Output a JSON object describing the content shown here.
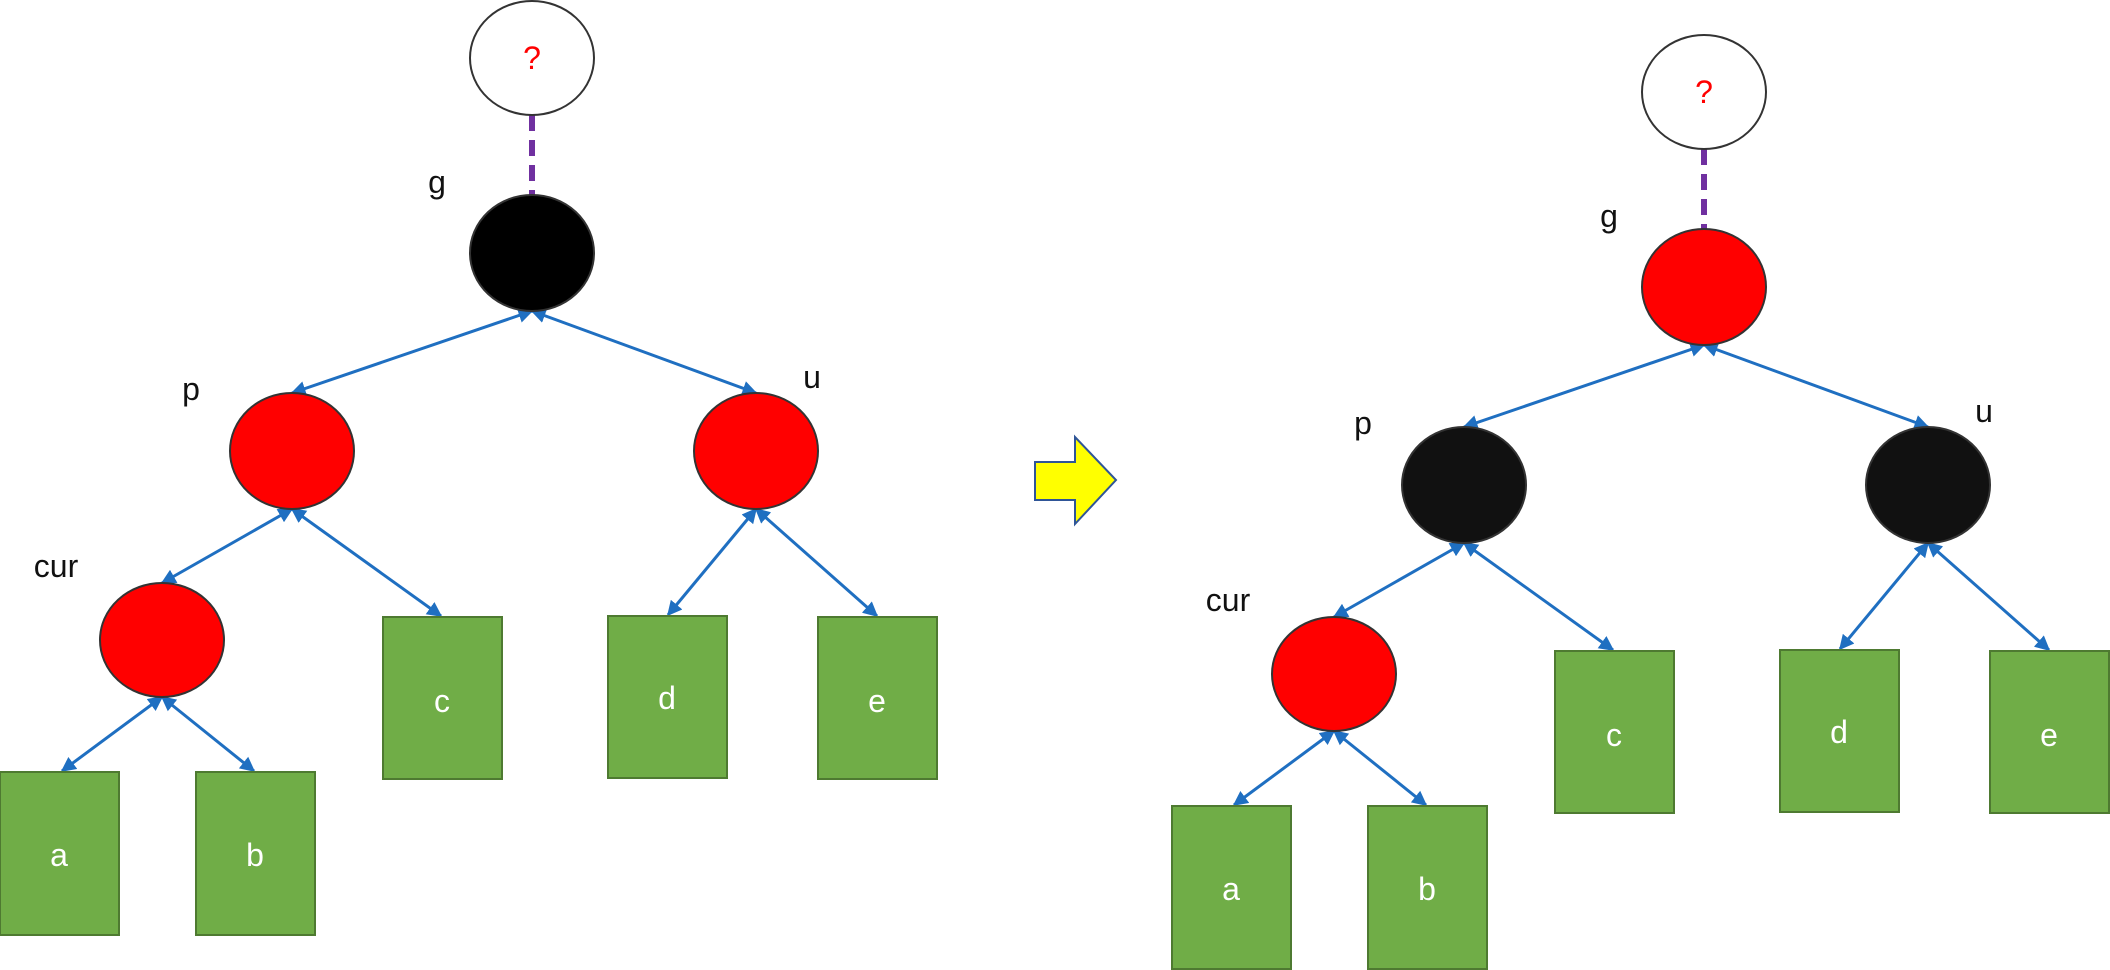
{
  "colors": {
    "red_node": "#ff0000",
    "black_node": "#000000",
    "black_node_alt": "#111111",
    "leaf_fill": "#70ad47",
    "leaf_stroke": "#4e7a31",
    "edge": "#1f6fc1",
    "dashed_edge": "#7030a0",
    "arrow_fill": "#ffff00",
    "arrow_stroke": "#2f5597",
    "question_text": "#ff0000"
  },
  "labels": {
    "grandparent": "g",
    "parent": "p",
    "uncle": "u",
    "current": "cur",
    "unknown": "?"
  },
  "leaves": [
    "a",
    "b",
    "c",
    "d",
    "e"
  ],
  "before": {
    "root_color": "#ffffff",
    "g_color": "#000000",
    "p_color": "#ff0000",
    "u_color": "#ff0000",
    "cur_color": "#ff0000"
  },
  "after": {
    "root_color": "#ffffff",
    "g_color": "#ff0000",
    "p_color": "#111111",
    "u_color": "#111111",
    "cur_color": "#ff0000"
  },
  "transition_icon": "right-arrow-icon"
}
